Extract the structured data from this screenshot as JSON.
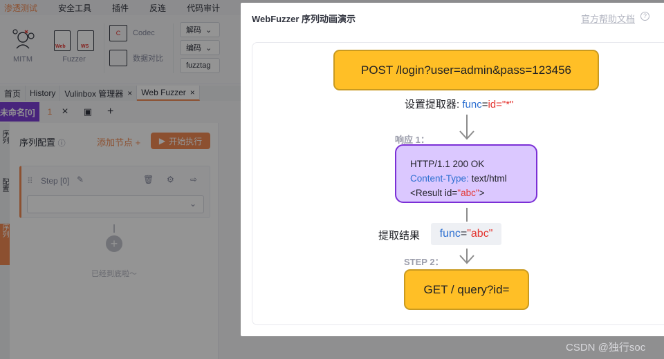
{
  "menu": [
    "渗透测试",
    "安全工具",
    "插件",
    "反连",
    "代码审计"
  ],
  "ribbon": {
    "mitm": "MITM",
    "fuzzer": "Fuzzer",
    "codec": "Codec",
    "compare": "数据对比",
    "decode": "解码",
    "encode": "编码",
    "fuzztag": "fuzztag",
    "web": "Web",
    "ws": "WS"
  },
  "tabs": [
    "首页",
    "History",
    "Vulinbox 管理器",
    "Web Fuzzer"
  ],
  "subtab": {
    "name": "未命名[0]",
    "number": "1"
  },
  "leftrail": [
    "序列",
    "配置",
    "序列"
  ],
  "seq": {
    "title": "序列配置",
    "add_node": "添加节点",
    "execute": "开始执行",
    "step": "Step [0]",
    "bottom": "已经到底啦～"
  },
  "modal": {
    "title": "WebFuzzer 序列动画演示",
    "help": "官方帮助文档",
    "request": "POST /login?user=admin&pass=123456",
    "extractor_label": "设置提取器:",
    "extractor_func": "func",
    "extractor_eq": "=",
    "extractor_val": "id=\"*\"",
    "response_label": "响应 1：",
    "resp_line1": "HTTP/1.1 200 OK",
    "resp_ct_key": "Content-Type:",
    "resp_ct_val": "text/html",
    "resp_line3_pre": "<Result id=",
    "resp_line3_val": "\"abc\"",
    "resp_line3_post": ">",
    "result_label": "提取结果",
    "result_func": "func",
    "result_eq": "=",
    "result_val": "\"abc\"",
    "step2": "STEP 2：",
    "next_request": "GET / query?id="
  },
  "watermark": "CSDN @独行soc",
  "colors": {
    "accent": "#f28b54",
    "purple": "#7b2fd6",
    "yellow": "#ffbf26"
  }
}
